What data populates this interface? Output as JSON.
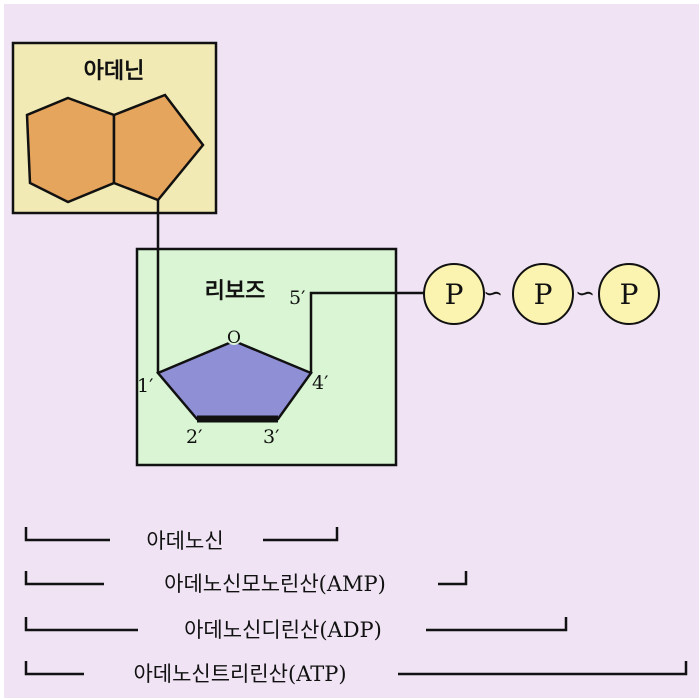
{
  "colors": {
    "background": "#efe3f4",
    "adenine_box": "#f2eab5",
    "adenine_ring": "#e6a55c",
    "ribose_box": "#d9f5d3",
    "ribose_ring": "#8f8fd6",
    "phosphate": "#fbf3b0",
    "line": "#111111"
  },
  "adenine": {
    "label": "아데닌",
    "icon": "purine-ring-icon"
  },
  "ribose": {
    "label": "리보즈",
    "oxygen": "O",
    "carbons": {
      "c1": "1′",
      "c2": "2′",
      "c3": "3′",
      "c4": "4′",
      "c5": "5′"
    },
    "icon": "pentose-ring-icon"
  },
  "phosphates": [
    "P",
    "P",
    "P"
  ],
  "high_energy_bond": "∽",
  "brackets": [
    {
      "label": "아데노신"
    },
    {
      "label": "아데노신모노린산(AMP)"
    },
    {
      "label": "아데노신디린산(ADP)"
    },
    {
      "label": "아데노신트리린산(ATP)"
    }
  ]
}
